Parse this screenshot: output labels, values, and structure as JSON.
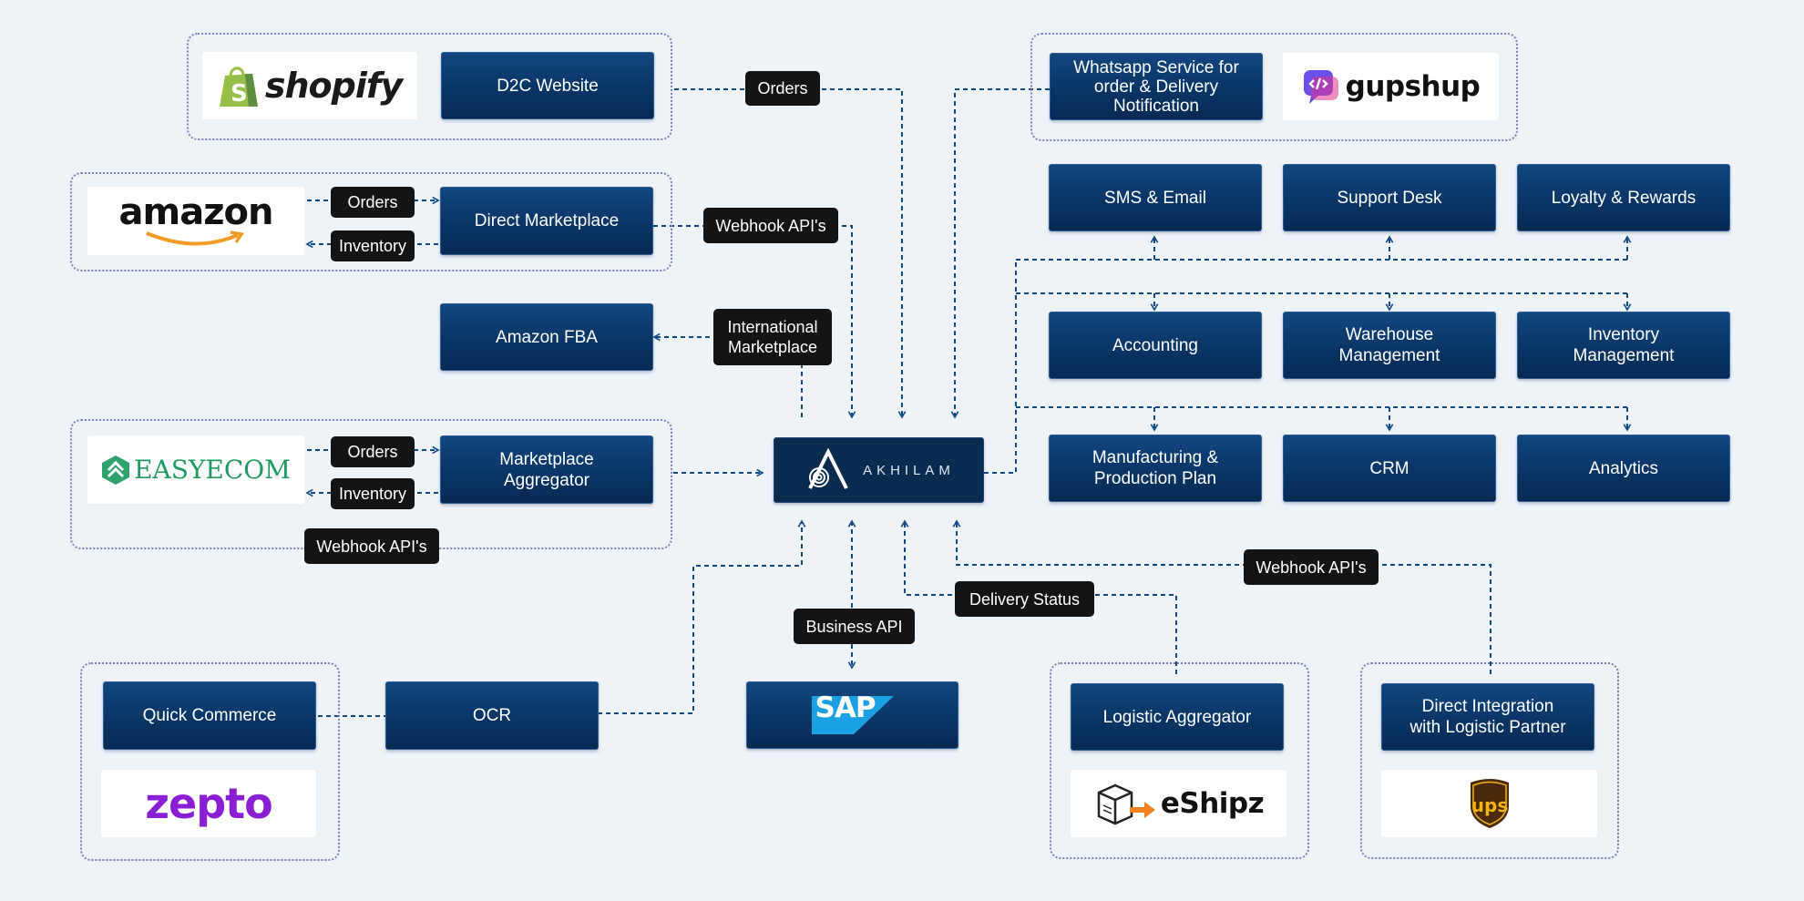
{
  "colors": {
    "node": "#0a3566",
    "connector": "#0e4a86",
    "tag": "#141414",
    "background": "#eef3f8"
  },
  "nodes": {
    "d2c_website": "D2C Website",
    "direct_marketplace": "Direct Marketplace",
    "amazon_fba": "Amazon FBA",
    "marketplace_aggregator": "Marketplace\nAggregator",
    "quick_commerce": "Quick Commerce",
    "ocr": "OCR",
    "whatsapp_service": "Whatsapp Service for\norder & Delivery\nNotification",
    "sms_email": "SMS & Email",
    "support_desk": "Support Desk",
    "loyalty_rewards": "Loyalty & Rewards",
    "accounting": "Accounting",
    "warehouse_management": "Warehouse\nManagement",
    "inventory_management": "Inventory\nManagement",
    "manufacturing": "Manufacturing &\nProduction Plan",
    "crm": "CRM",
    "analytics": "Analytics",
    "logistic_aggregator": "Logistic Aggregator",
    "direct_integration": "Direct Integration\nwith Logistic Partner"
  },
  "tags": {
    "orders_d2c": "Orders",
    "orders_amazon": "Orders",
    "inventory_amazon": "Inventory",
    "webhook_direct": "Webhook API's",
    "international_marketplace": "International\nMarketplace",
    "orders_easyecom": "Orders",
    "inventory_easyecom": "Inventory",
    "webhook_easyecom": "Webhook API's",
    "business_api": "Business API",
    "delivery_status": "Delivery Status",
    "webhook_logistic": "Webhook API's"
  },
  "logos": {
    "shopify": "shopify",
    "amazon": "amazon",
    "easyecom": "EASYECOM",
    "zepto": "zepto",
    "gupshup": "gupshup",
    "akhilam": "AKHILAM",
    "sap": "SAP",
    "eshipz": "eShipz",
    "ups": "ups"
  },
  "icons": {
    "shopify": "shopping-bag-icon",
    "amazon": "smile-arrow-icon",
    "easyecom": "hexagon-arrow-icon",
    "gupshup": "chat-code-icon",
    "akhilam": "spiral-a-icon",
    "eshipz": "box-arrow-icon",
    "ups": "shield-icon"
  }
}
